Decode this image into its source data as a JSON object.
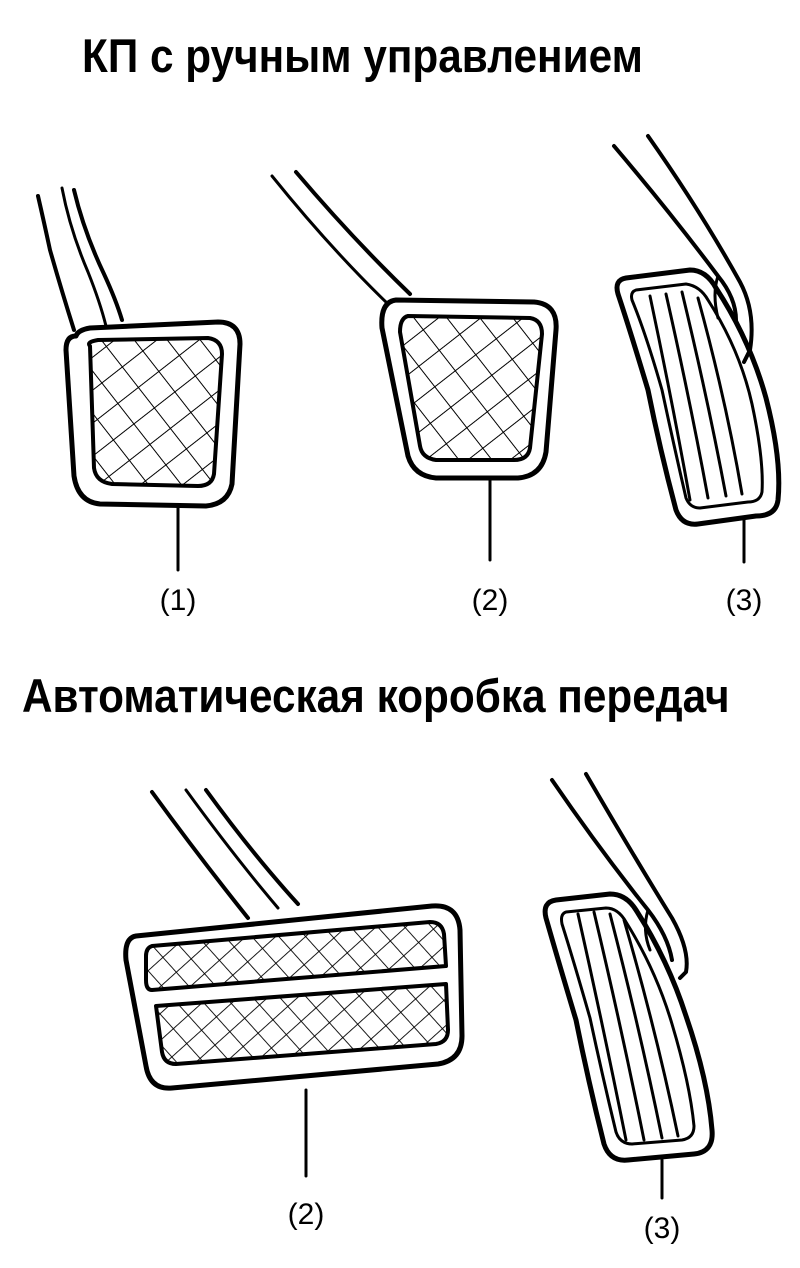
{
  "headings": {
    "manual": "КП с ручным управлением",
    "automatic": "Автоматическая коробка передач"
  },
  "callouts": {
    "manual_clutch": "(1)",
    "manual_brake": "(2)",
    "manual_accelerator": "(3)",
    "auto_brake": "(2)",
    "auto_accelerator": "(3)"
  },
  "colors": {
    "ink": "#000000",
    "background": "#ffffff"
  }
}
